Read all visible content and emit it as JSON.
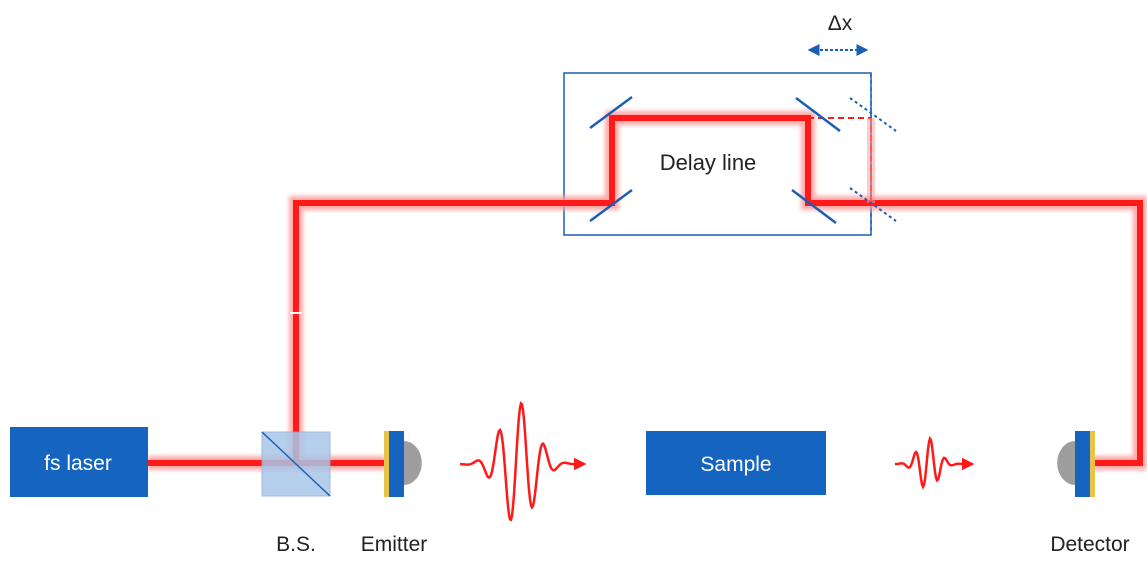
{
  "labels": {
    "delay_line": "Delay line",
    "delta_x": "Δx",
    "fs_laser": "fs laser",
    "sample": "Sample",
    "beam_splitter": "B.S.",
    "emitter": "Emitter",
    "detector": "Detector"
  },
  "colors": {
    "beam": "#ff1a1a",
    "beam_glow": "#ff9a9a",
    "box_fill": "#1565c0",
    "box_text": "#ffffff",
    "mirror": "#1a5fb4",
    "delay_frame": "#1a5fb4",
    "dashed": "#1a5fb4",
    "label_text": "#222222",
    "gold": "#e8c34a",
    "lens": "#9e9e9e",
    "splitter": "#a9c6e8"
  }
}
